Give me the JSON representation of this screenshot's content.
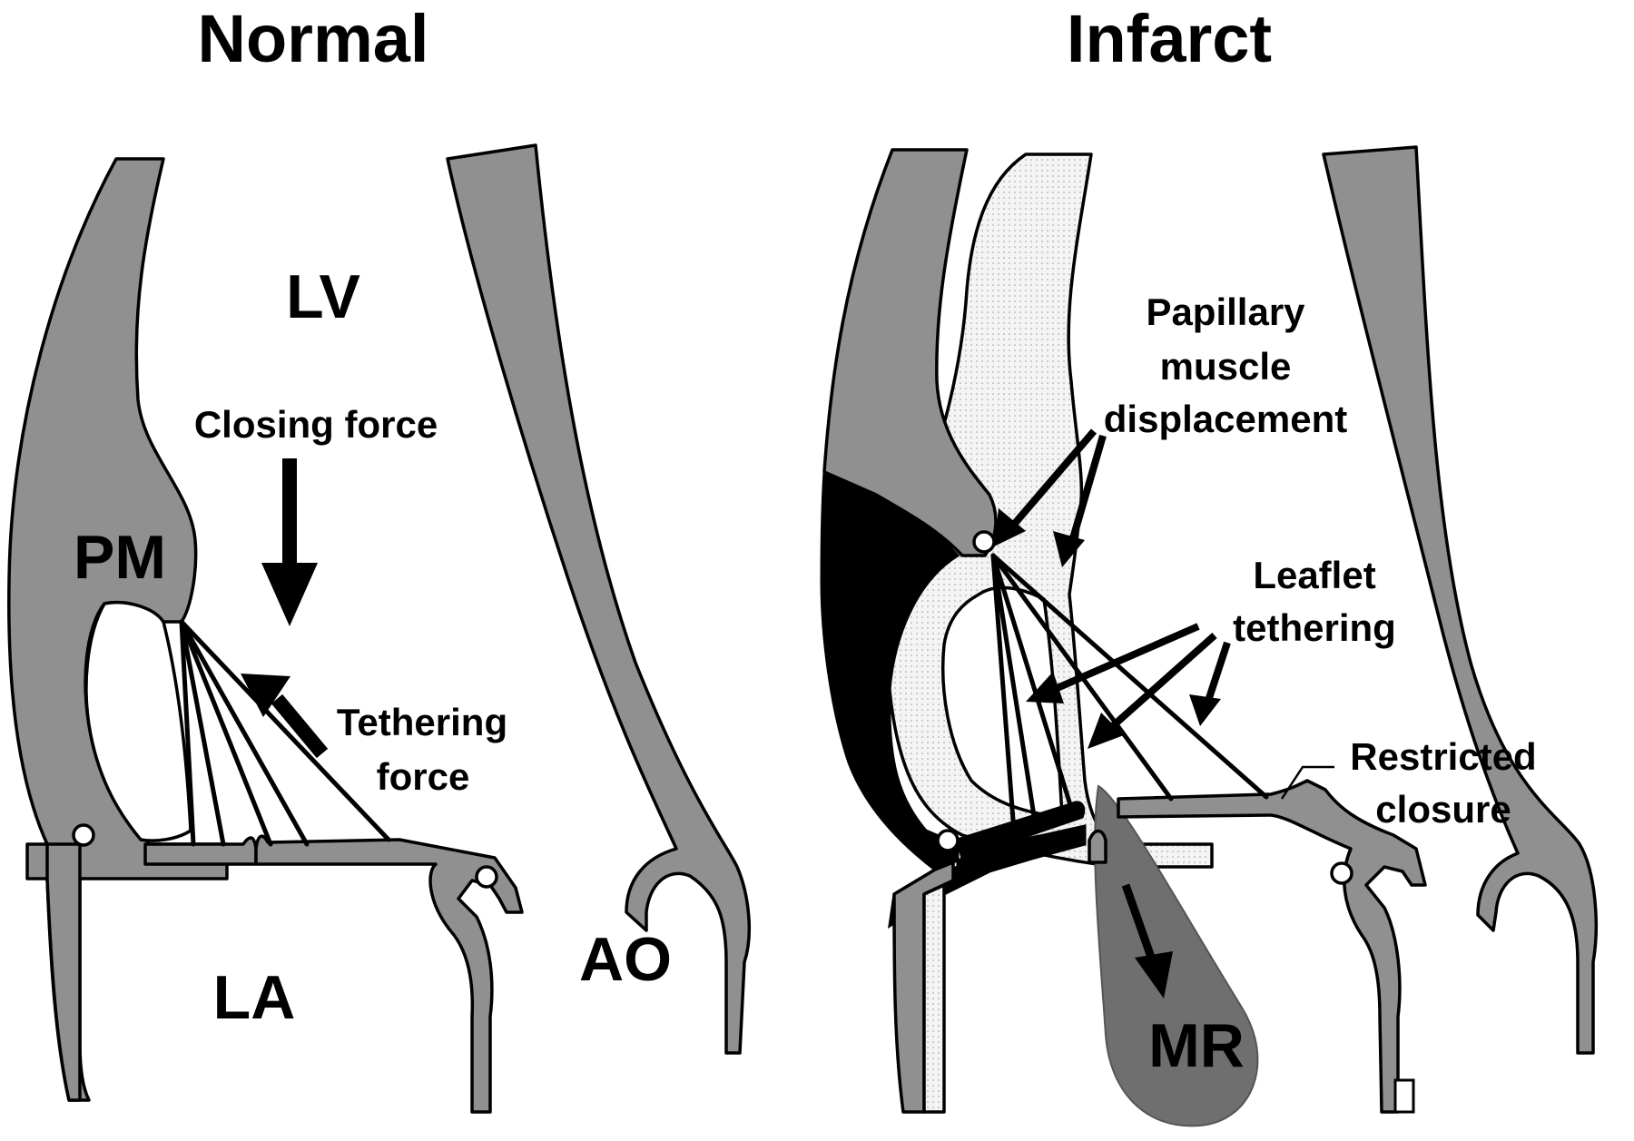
{
  "panels": {
    "normal": {
      "title": "Normal",
      "labels": {
        "lv": "LV",
        "pm": "PM",
        "la": "LA",
        "ao": "AO",
        "closing_force": "Closing force",
        "tethering_force_line1": "Tethering",
        "tethering_force_line2": "force"
      }
    },
    "infarct": {
      "title": "Infarct",
      "labels": {
        "papillary_line1": "Papillary",
        "papillary_line2": "muscle",
        "papillary_line3": "displacement",
        "leaflet_line1": "Leaflet",
        "leaflet_line2": "tethering",
        "restricted_line1": "Restricted",
        "restricted_line2": "closure",
        "mr": "MR"
      }
    }
  },
  "colors": {
    "myocardium": "#909090",
    "infarct_zone": "#000000",
    "displaced_wall": "#f3f3f3",
    "regurgitant_jet": "#6f6f6f",
    "background": "#ffffff"
  }
}
